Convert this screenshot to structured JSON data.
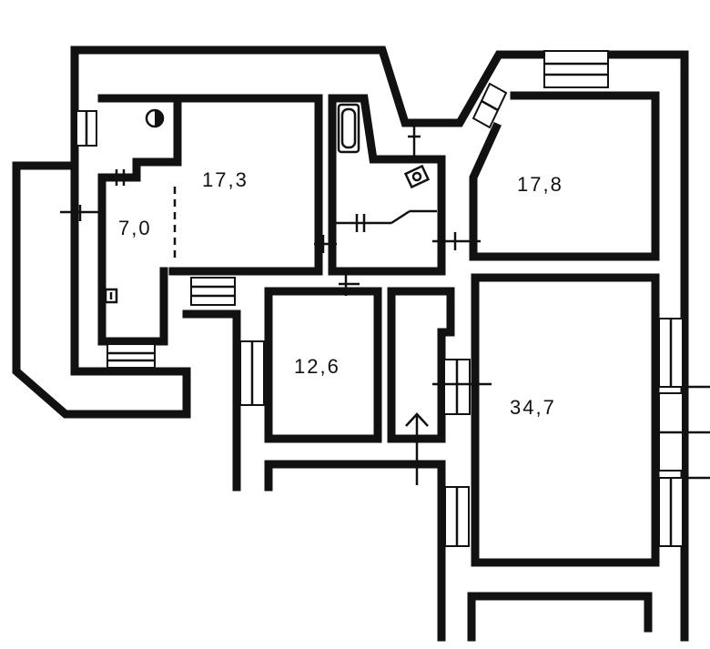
{
  "rooms": [
    {
      "id": "living-left",
      "area": "17,3"
    },
    {
      "id": "hall-left",
      "area": "7,0"
    },
    {
      "id": "bedroom-right",
      "area": "17,8"
    },
    {
      "id": "bedroom-center",
      "area": "12,6"
    },
    {
      "id": "living-right",
      "area": "34,7"
    }
  ],
  "colors": {
    "wall": "#111111",
    "background": "#ffffff"
  },
  "icons": [
    "bathtub-icon",
    "sink-icon",
    "toilet-icon",
    "stove-icon",
    "entrance-arrow-icon"
  ]
}
